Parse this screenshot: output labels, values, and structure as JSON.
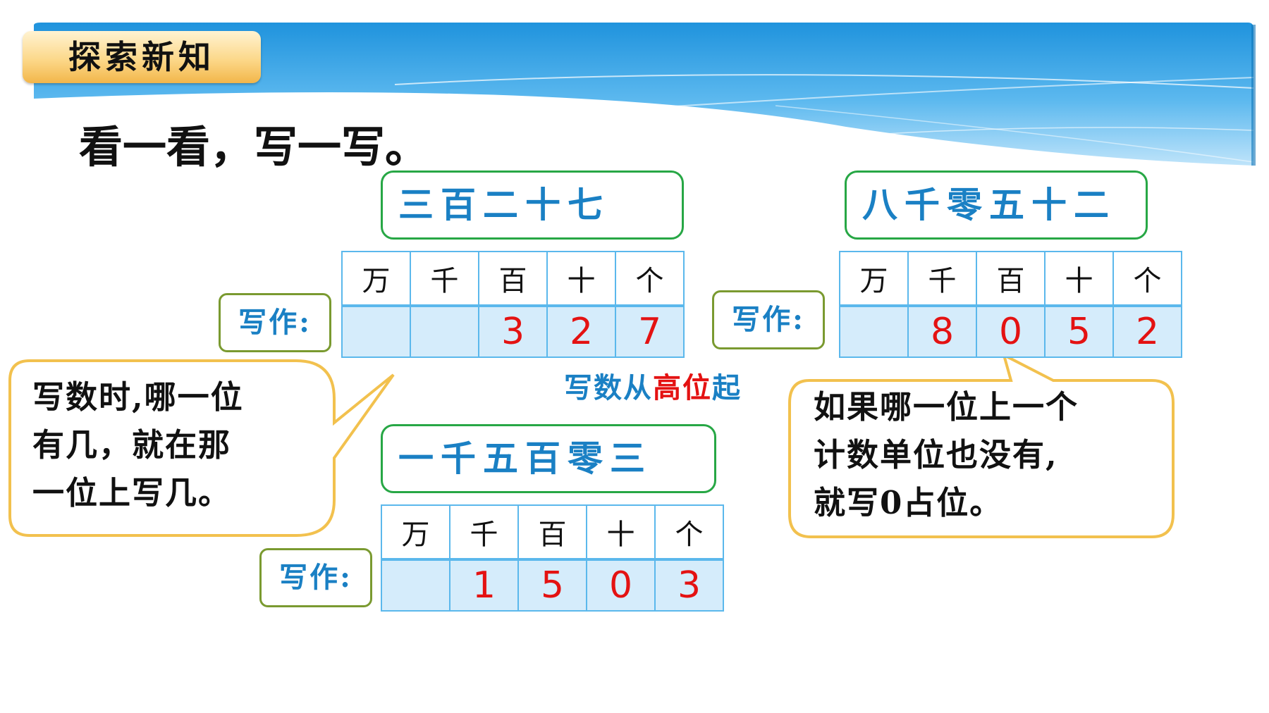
{
  "header": {
    "tag": "探索新知",
    "instruction": "看一看，写一写。"
  },
  "colors": {
    "number_text": "#1a80c4",
    "digit": "#e41212",
    "box_border": "#27a745",
    "bubble_border": "#f2c14e",
    "cell_fill": "#d5ecfb"
  },
  "place_headers": [
    "万",
    "千",
    "百",
    "十",
    "个"
  ],
  "write_label": "写作:",
  "exercises": [
    {
      "words": "三百二十七",
      "digits": [
        "",
        "",
        "3",
        "2",
        "7"
      ]
    },
    {
      "words": "八千零五十二",
      "digits": [
        "",
        "8",
        "0",
        "5",
        "2"
      ]
    },
    {
      "words": "一千五百零三",
      "digits": [
        "",
        "1",
        "5",
        "0",
        "3"
      ]
    }
  ],
  "hint": {
    "prefix": "写数从",
    "highlight": "高位",
    "suffix": "起"
  },
  "bubbles": {
    "left": [
      "写数时,哪一位",
      "有几，就在那",
      "一位上写几。"
    ],
    "right": [
      "如果哪一位上一个",
      "计数单位也没有,",
      "就写0占位。"
    ]
  }
}
